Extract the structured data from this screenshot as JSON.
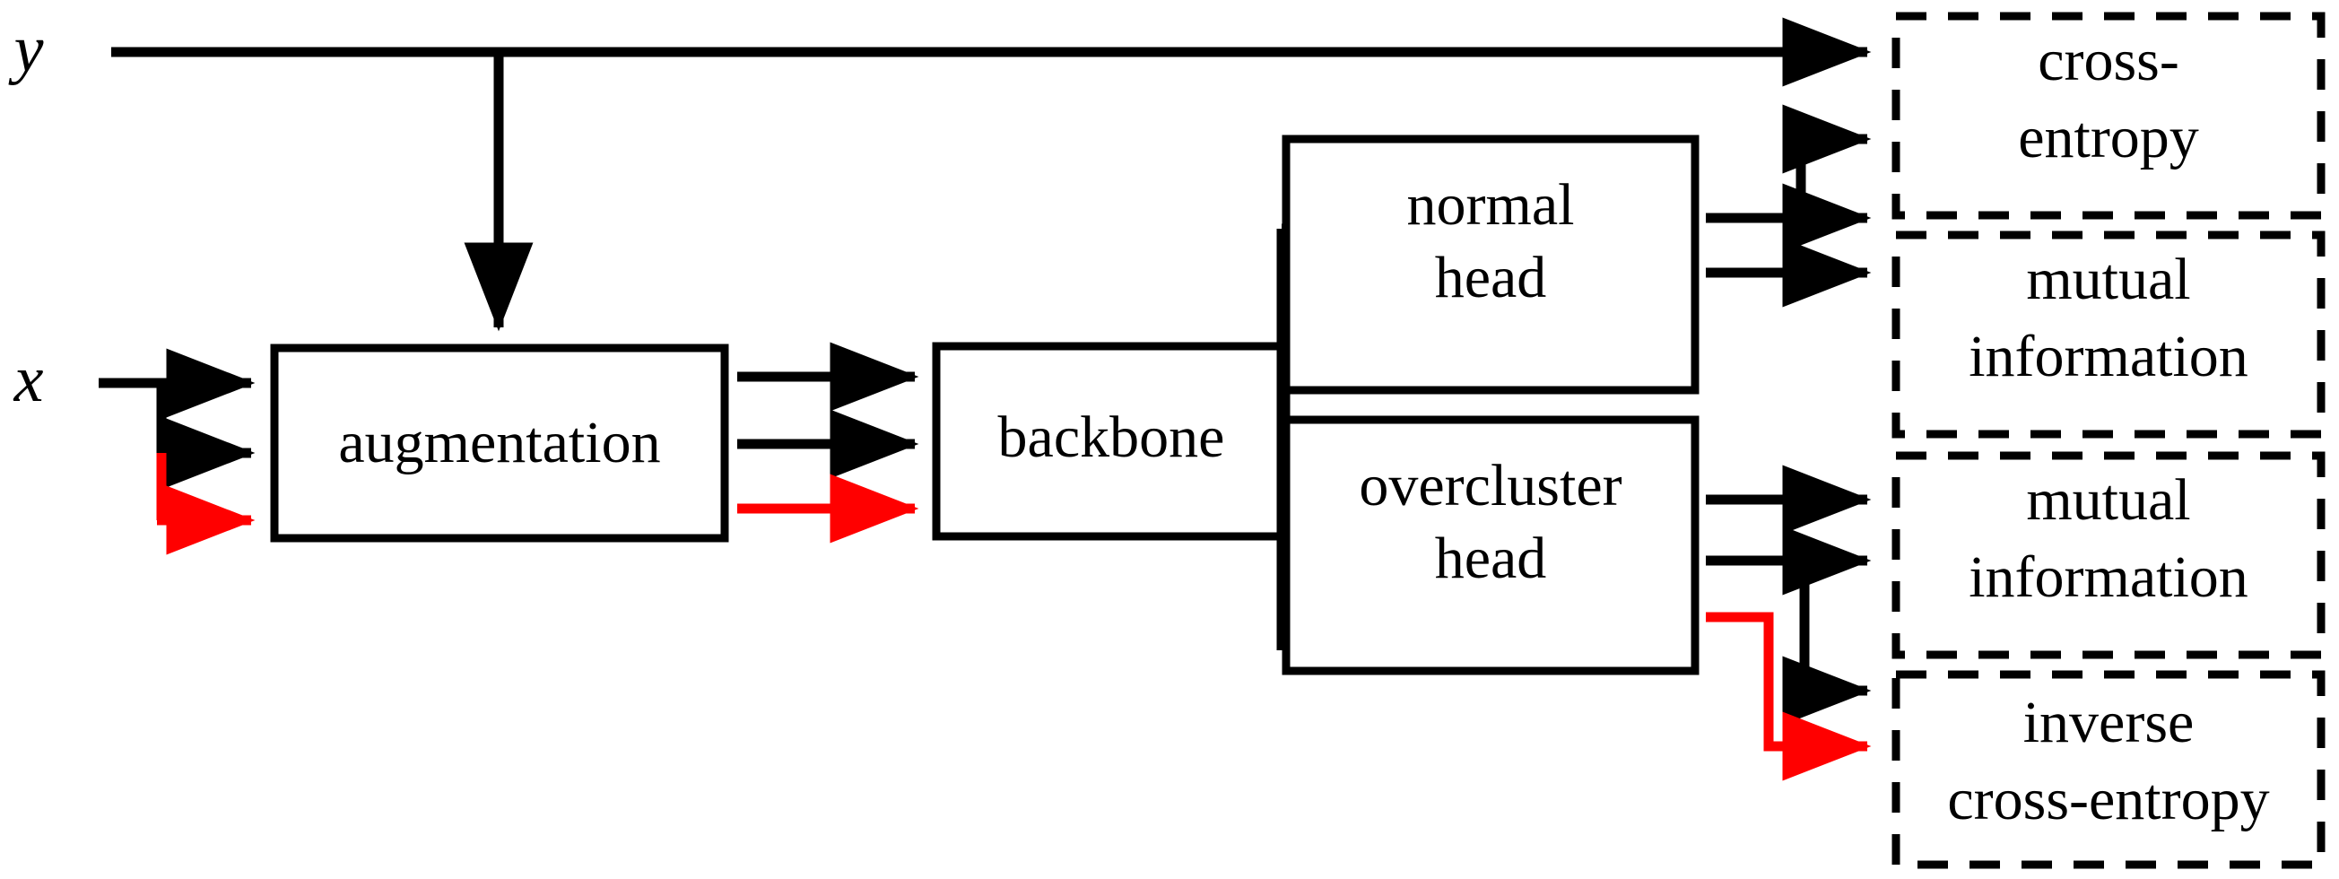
{
  "diagram": {
    "title": "training pipeline block diagram",
    "colors": {
      "line_black": "#000000",
      "line_red": "#ff0000",
      "box_fill": "#ffffff",
      "background": "#ffffff"
    },
    "inputs": [
      {
        "id": "label-input",
        "label": "y"
      },
      {
        "id": "image-input",
        "label": "x"
      }
    ],
    "blocks": [
      {
        "id": "augmentation",
        "label": "augmentation",
        "border": "solid"
      },
      {
        "id": "backbone",
        "label": "backbone",
        "border": "solid"
      },
      {
        "id": "normal-head",
        "label_line1": "normal",
        "label_line2": "head",
        "border": "solid"
      },
      {
        "id": "overcluster-head",
        "label_line1": "overcluster",
        "label_line2": "head",
        "border": "solid"
      }
    ],
    "losses": [
      {
        "id": "cross-entropy",
        "label_line1": "cross-",
        "label_line2": "entropy",
        "border": "dashed"
      },
      {
        "id": "mutual-information-normal",
        "label_line1": "mutual",
        "label_line2": "information",
        "border": "dashed"
      },
      {
        "id": "mutual-information-overcluster",
        "label_line1": "mutual",
        "label_line2": "information",
        "border": "dashed"
      },
      {
        "id": "inverse-cross-entropy",
        "label_line1": "inverse",
        "label_line2": "cross-entropy",
        "border": "dashed"
      }
    ],
    "edges": [
      {
        "id": "y-to-cross-entropy",
        "from": "y",
        "to": "cross-entropy",
        "color": "#000000"
      },
      {
        "id": "y-to-augmentation",
        "from": "y",
        "to": "augmentation",
        "color": "#000000"
      },
      {
        "id": "x-to-augmentation-1",
        "from": "x",
        "to": "augmentation",
        "color": "#000000"
      },
      {
        "id": "x-to-augmentation-2",
        "from": "x",
        "to": "augmentation",
        "color": "#000000"
      },
      {
        "id": "x-to-augmentation-3",
        "from": "x",
        "to": "augmentation",
        "color": "#ff0000"
      },
      {
        "id": "augmentation-to-backbone-1",
        "from": "augmentation",
        "to": "backbone",
        "color": "#000000"
      },
      {
        "id": "augmentation-to-backbone-2",
        "from": "augmentation",
        "to": "backbone",
        "color": "#000000"
      },
      {
        "id": "augmentation-to-backbone-3",
        "from": "augmentation",
        "to": "backbone",
        "color": "#ff0000"
      },
      {
        "id": "backbone-to-normal-head",
        "from": "backbone",
        "to": "normal-head",
        "color": "#000000"
      },
      {
        "id": "backbone-to-overcluster-head",
        "from": "backbone",
        "to": "overcluster-head",
        "color": "#000000"
      },
      {
        "id": "normal-head-to-cross-entropy",
        "from": "normal-head",
        "to": "cross-entropy",
        "color": "#000000"
      },
      {
        "id": "normal-head-to-mutual-information-1",
        "from": "normal-head",
        "to": "mutual-information-normal",
        "color": "#000000"
      },
      {
        "id": "normal-head-to-mutual-information-2",
        "from": "normal-head",
        "to": "mutual-information-normal",
        "color": "#000000"
      },
      {
        "id": "overcluster-head-to-mutual-information-1",
        "from": "overcluster-head",
        "to": "mutual-information-overcluster",
        "color": "#000000"
      },
      {
        "id": "overcluster-head-to-mutual-information-2",
        "from": "overcluster-head",
        "to": "mutual-information-overcluster",
        "color": "#000000"
      },
      {
        "id": "overcluster-head-to-inverse-cross-entropy-black",
        "from": "overcluster-head",
        "to": "inverse-cross-entropy",
        "color": "#000000"
      },
      {
        "id": "overcluster-head-to-inverse-cross-entropy-red",
        "from": "overcluster-head",
        "to": "inverse-cross-entropy",
        "color": "#ff0000"
      }
    ]
  }
}
